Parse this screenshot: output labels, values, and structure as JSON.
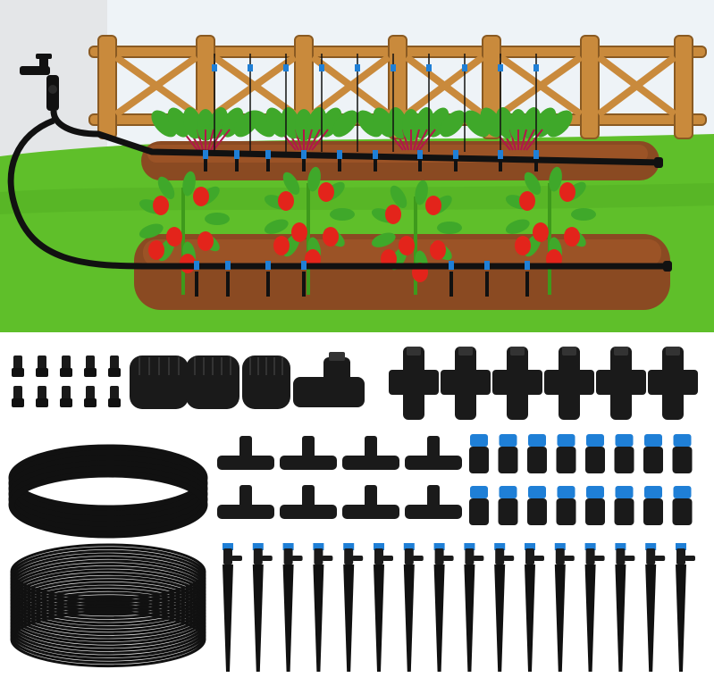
{
  "scene": {
    "title": "",
    "colors": {
      "sky": "#eef3f7",
      "wall": "#e4e6e8",
      "grass": "#5fbf2a",
      "grass_dark": "#3e9a1c",
      "fence": "#c98a3c",
      "fence_dark": "#8a5a22",
      "soil": "#8a4a22",
      "soil_light": "#a65a2a",
      "tube": "#111111",
      "accent_blue": "#1f7fd6",
      "pepper_red": "#e3241b",
      "leaf": "#3fa82a"
    }
  },
  "components": {
    "plugs_count": 10,
    "end_caps_count": 3,
    "tee_valve_count": 1,
    "four_way_count": 6,
    "tee_count": 8,
    "blue_connectors_count": 16,
    "stake_drippers_count": 16,
    "coiled_tubes": [
      {
        "name": "main-tubing"
      },
      {
        "name": "micro-tubing"
      }
    ]
  }
}
